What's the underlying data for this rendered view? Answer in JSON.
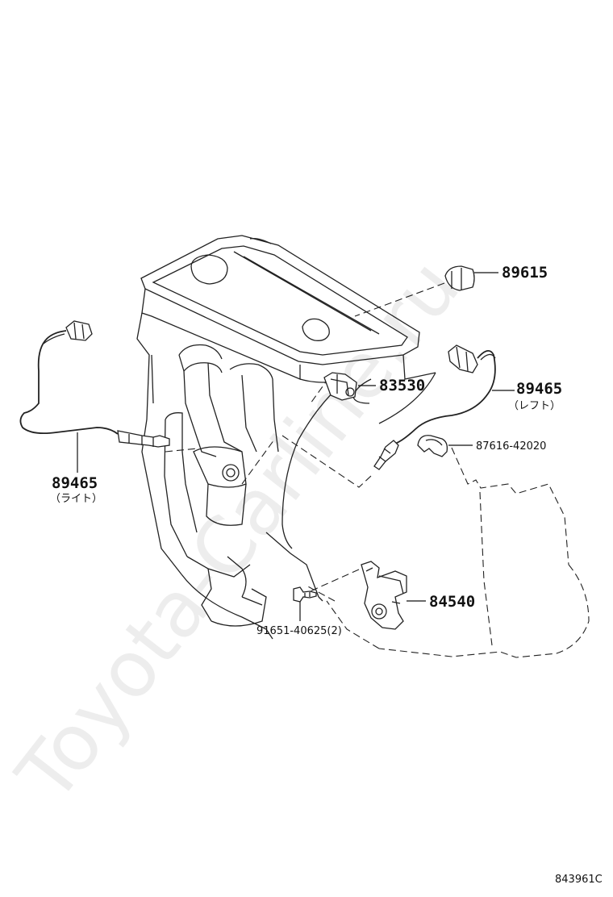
{
  "diagram": {
    "watermark": "Toyota-Carline.ru",
    "figure_code": "843961C",
    "parts": {
      "cam_sensor": {
        "number": "89615"
      },
      "oil_pressure_switch": {
        "number": "83530"
      },
      "o2_sensor_left": {
        "number": "89465",
        "note": "（レフト）"
      },
      "o2_sensor_right": {
        "number": "89465",
        "note": "（ライト）"
      },
      "clamp": {
        "number": "87616-42020"
      },
      "neutral_switch": {
        "number": "84540"
      },
      "bolt": {
        "number": "91651-40625(2)"
      }
    }
  }
}
